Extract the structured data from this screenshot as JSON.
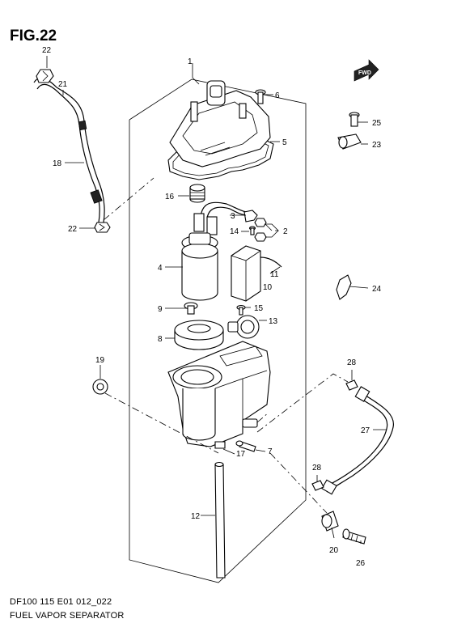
{
  "figure": {
    "title": "FIG.22",
    "code": "DF100 115 E01 012_022",
    "name": "FUEL VAPOR SEPARATOR",
    "fwd_label": "FWD"
  },
  "callouts": [
    {
      "id": "c1",
      "label": "1"
    },
    {
      "id": "c2",
      "label": "2"
    },
    {
      "id": "c3",
      "label": "3"
    },
    {
      "id": "c4",
      "label": "4"
    },
    {
      "id": "c5",
      "label": "5"
    },
    {
      "id": "c6",
      "label": "6"
    },
    {
      "id": "c7",
      "label": "7"
    },
    {
      "id": "c8",
      "label": "8"
    },
    {
      "id": "c9",
      "label": "9"
    },
    {
      "id": "c10",
      "label": "10"
    },
    {
      "id": "c11",
      "label": "11"
    },
    {
      "id": "c12",
      "label": "12"
    },
    {
      "id": "c13",
      "label": "13"
    },
    {
      "id": "c14",
      "label": "14"
    },
    {
      "id": "c15",
      "label": "15"
    },
    {
      "id": "c16",
      "label": "16"
    },
    {
      "id": "c17",
      "label": "17"
    },
    {
      "id": "c18",
      "label": "18"
    },
    {
      "id": "c19",
      "label": "19"
    },
    {
      "id": "c20",
      "label": "20"
    },
    {
      "id": "c21",
      "label": "21"
    },
    {
      "id": "c22a",
      "label": "22"
    },
    {
      "id": "c22b",
      "label": "22"
    },
    {
      "id": "c23",
      "label": "23"
    },
    {
      "id": "c24",
      "label": "24"
    },
    {
      "id": "c25",
      "label": "25"
    },
    {
      "id": "c26",
      "label": "26"
    },
    {
      "id": "c27",
      "label": "27"
    },
    {
      "id": "c28a",
      "label": "28"
    },
    {
      "id": "c28b",
      "label": "28"
    }
  ]
}
